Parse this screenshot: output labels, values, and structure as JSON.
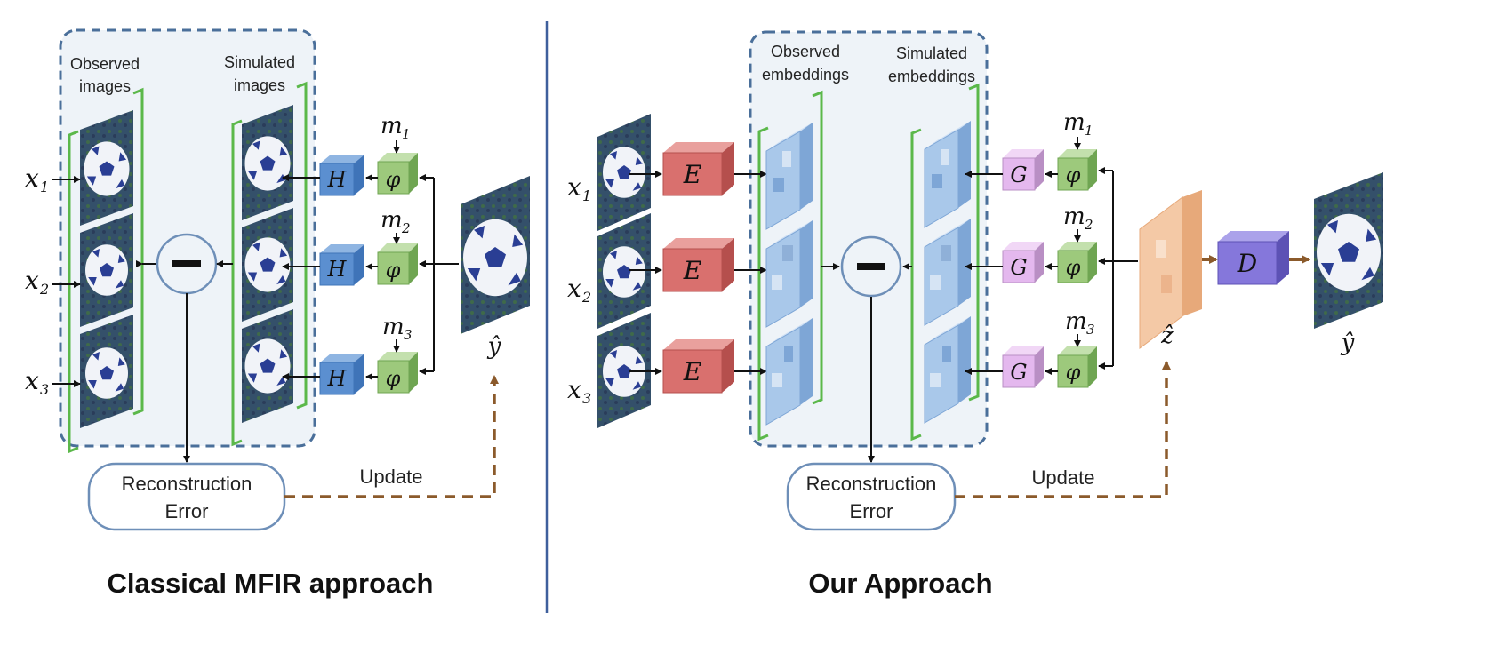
{
  "left_panel": {
    "caption": "Classical MFIR approach",
    "group_labels": {
      "observed_line1": "Observed",
      "observed_line2": "images",
      "simulated_line1": "Simulated",
      "simulated_line2": "images"
    },
    "inputs": [
      "x",
      "x",
      "x"
    ],
    "input_subscripts": [
      "1",
      "2",
      "3"
    ],
    "operator_label": "H",
    "phi_label": "φ",
    "motion_labels": [
      "m",
      "m",
      "m"
    ],
    "motion_subscripts": [
      "1",
      "2",
      "3"
    ],
    "output_label": "ŷ",
    "error_line1": "Reconstruction",
    "error_line2": "Error",
    "update_label": "Update"
  },
  "right_panel": {
    "caption": "Our Approach",
    "group_labels": {
      "observed_line1": "Observed",
      "observed_line2": "embeddings",
      "simulated_line1": "Simulated",
      "simulated_line2": "embeddings"
    },
    "inputs": [
      "x",
      "x",
      "x"
    ],
    "input_subscripts": [
      "1",
      "2",
      "3"
    ],
    "encoder_label": "E",
    "generator_label": "G",
    "phi_label": "φ",
    "motion_labels": [
      "m",
      "m",
      "m"
    ],
    "motion_subscripts": [
      "1",
      "2",
      "3"
    ],
    "latent_label": "ẑ",
    "decoder_label": "D",
    "output_label": "ŷ",
    "error_line1": "Reconstruction",
    "error_line2": "Error",
    "update_label": "Update"
  },
  "colors": {
    "dashed_box_stroke": "#4a6f9a",
    "dashed_box_fill": "#eef3f8",
    "bracket_green": "#5bb84a",
    "H_box": "#5b8fd0",
    "phi_box": "#9dc97c",
    "E_box": "#d9706e",
    "G_box": "#e4b8ee",
    "D_box": "#8577db",
    "latent": "#f4c9a6",
    "embedding": "#a9c8ea",
    "update_arrow": "#8b5a2b",
    "divider": "#3e5f9c"
  }
}
